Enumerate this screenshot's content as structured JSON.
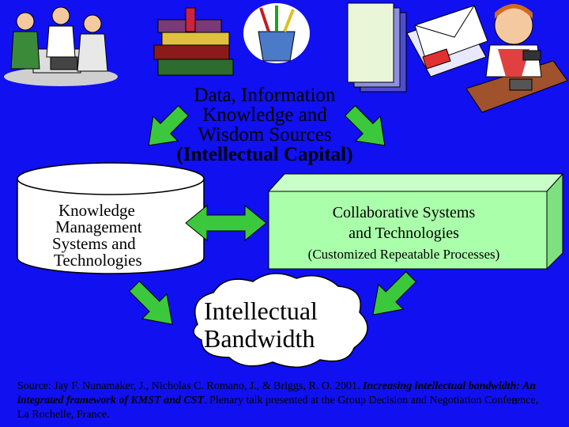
{
  "colors": {
    "background": "#1010f0",
    "arrow_green": "#3cc83c",
    "box_green": "#aaffaa",
    "cloud_fill": "#ffffff"
  },
  "icons": [
    "people-meeting-icon",
    "books-icon",
    "pens-cup-icon",
    "document-stack-icon",
    "envelopes-icon",
    "person-on-phone-icon"
  ],
  "diagram": {
    "sources": {
      "line1": "Data, Information",
      "line2": "Knowledge  and",
      "line3": "Wisdom Sources",
      "line4": "(Intellectual Capital)"
    },
    "km": {
      "line1": "Knowledge",
      "line2": "Management",
      "line3": "Systems and",
      "line4": "Technologies"
    },
    "collab": {
      "line1": "Collaborative Systems",
      "line2": "and Technologies",
      "sub": "(Customized Repeatable Processes)"
    },
    "bandwidth": {
      "line1": "Intellectual",
      "line2": "Bandwidth"
    }
  },
  "footer": {
    "part1": "Source: Jay F. Nunamaker, J., Nicholas C. Romano, J., & Briggs, R. O. 2001. ",
    "title": "Increasing intellectual bandwidth: An integrated framework of KMST and CST",
    "part2": ". Plenary talk presented at the Group Decision and Negotiation Conference, La Rochelle, France.",
    "page_number": "8"
  }
}
